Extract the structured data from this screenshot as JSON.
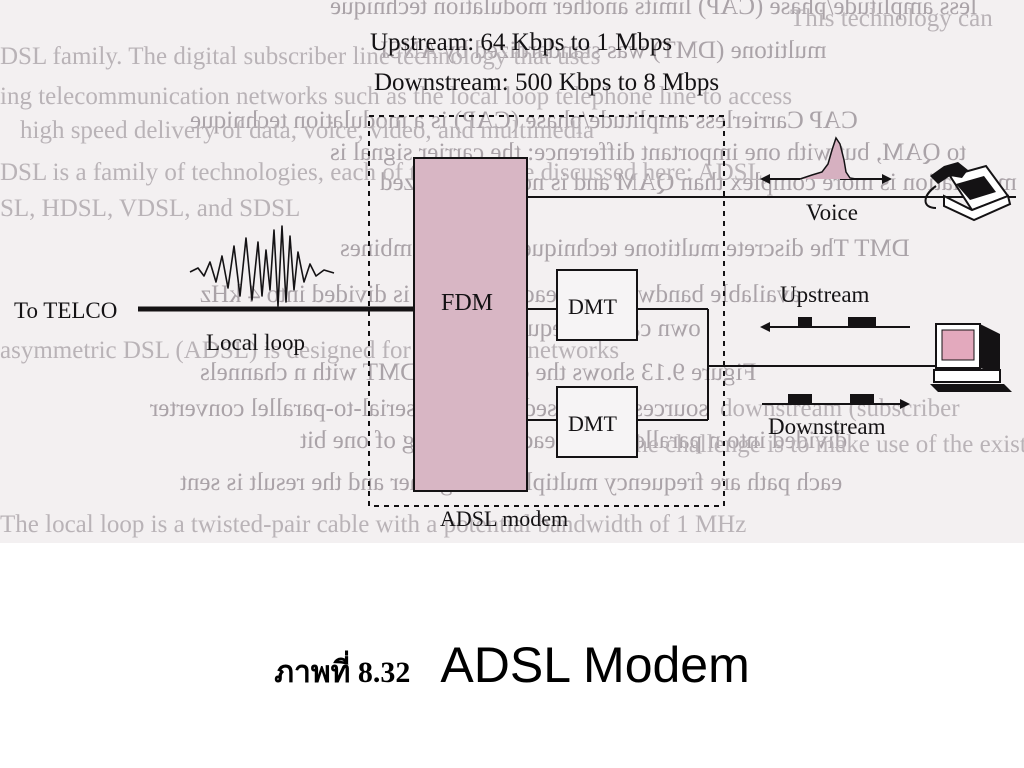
{
  "diagram": {
    "upstream_rate": "Upstream: 64 Kbps to 1 Mbps",
    "downstream_rate": "Downstream: 500 Kbps to 8 Mbps",
    "fdm_label": "FDM",
    "dmt_upper_label": "DMT",
    "dmt_lower_label": "DMT",
    "to_telco_label": "To TELCO",
    "local_loop_label": "Local loop",
    "voice_label": "Voice",
    "upstream_label": "Upstream",
    "downstream_label": "Downstream",
    "modem_label": "ADSL modem",
    "icons": [
      "telephone-icon",
      "computer-icon"
    ]
  },
  "background_text": {
    "mirrored": [
      "less amplitude/phase (CAP) limits another modulation technique",
      "multitone (DMT) was standardized by ANSI",
      "CAP  Carrierless amplitude/phase (CAP) is a modulation technique",
      "to QAM, but with one important difference: the carrier signal is",
      "modulation is more complex than QAM and is not standardized",
      "DMT  The discrete multitone technique (DMT) combines",
      "available bandwidth for each direction is divided into 4 kHz",
      "own carrier frequency",
      "Figure 9.13 shows the concept of DMT with n channels",
      "sources are passed through a serial-to-parallel converter",
      "divided into n parallel paths, each consisting of one bit",
      "each path are frequency multiplexed together and the result is sent"
    ],
    "normal": [
      "This technology can",
      "DSL family. The digital subscriber line technology that uses",
      "ing telecommunication networks such as the local loop telephone line to access",
      "high speed delivery of data, voice, video, and multimedia",
      "DSL is a family of technologies, each of them will be discussed here: ADSL,",
      "SL, HDSL, VDSL, and SDSL",
      "asymmetric DSL (ADSL) is designed for residential networks",
      "downstream (subscriber",
      "The challenge is to make use of the existing local",
      "The local loop is a twisted-pair cable with a potential bandwidth of 1 MHz"
    ]
  },
  "caption": {
    "prefix": "ภาพที่ 8.32",
    "title": "ADSL Modem"
  },
  "colors": {
    "fdm_fill": "#d8b6c4",
    "monitor_screen": "#e3a9bd",
    "line": "#141214",
    "scan_background": "#f3f0f1"
  }
}
